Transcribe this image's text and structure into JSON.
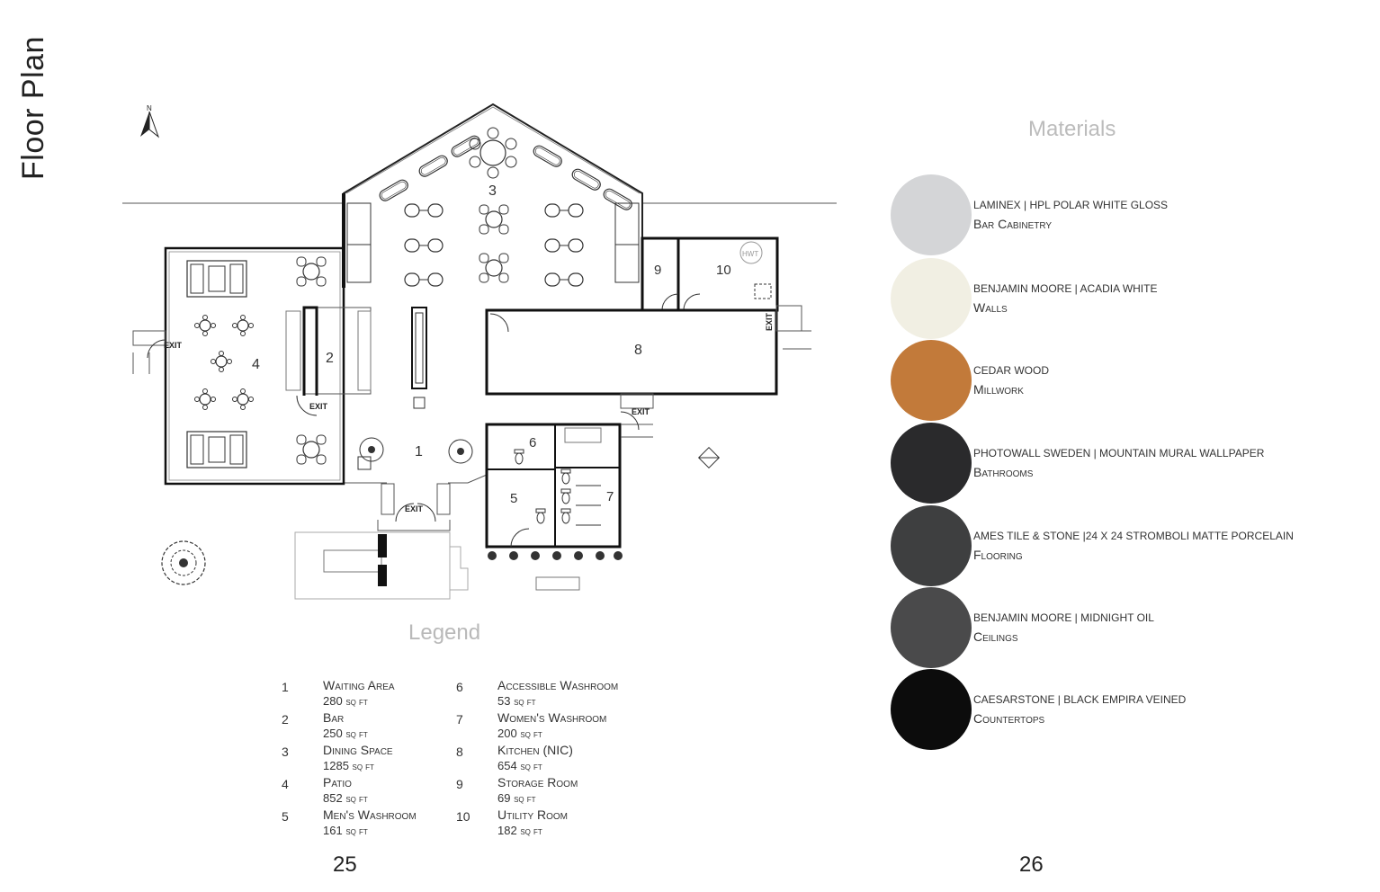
{
  "page_title": "Floor Plan",
  "north_label": "N",
  "rooms": [
    {
      "number": "1",
      "name": "Waiting Area",
      "area": "280",
      "unit": "sq ft"
    },
    {
      "number": "2",
      "name": "Bar",
      "area": "250",
      "unit": "sq ft"
    },
    {
      "number": "3",
      "name": "Dining Space",
      "area": "1285",
      "unit": "sq ft"
    },
    {
      "number": "4",
      "name": "Patio",
      "area": "852",
      "unit": "sq ft"
    },
    {
      "number": "5",
      "name": "Men's Washroom",
      "area": "161",
      "unit": "sq ft"
    },
    {
      "number": "6",
      "name": "Accessible Washroom",
      "area": "53",
      "unit": "sq ft"
    },
    {
      "number": "7",
      "name": "Women's Washroom",
      "area": "200",
      "unit": "sq ft"
    },
    {
      "number": "8",
      "name": "Kitchen (NIC)",
      "area": "654",
      "unit": "sq ft"
    },
    {
      "number": "9",
      "name": "Storage Room",
      "area": "69",
      "unit": "sq ft"
    },
    {
      "number": "10",
      "name": "Utility Room",
      "area": "182",
      "unit": "sq ft"
    }
  ],
  "plan_labels": {
    "exit": "EXIT",
    "hwt": "HWT"
  },
  "legend_title": "Legend",
  "materials_title": "Materials",
  "materials": [
    {
      "brand": "Laminex | HPL Polar White Gloss",
      "use": "Bar Cabinetry",
      "color": "#d4d5d7"
    },
    {
      "brand": "Benjamin Moore | Acadia White",
      "use": "Walls",
      "color": "#f1efe3"
    },
    {
      "brand": "Cedar Wood",
      "use": "Millwork",
      "color": "#c27a3a"
    },
    {
      "brand": "Photowall Sweden | Mountain Mural Wallpaper",
      "use": "Bathrooms",
      "color": "#2a2a2c"
    },
    {
      "brand": "Ames Tile & Stone |24 x 24 Stromboli Matte Porcelain",
      "use": "Flooring",
      "color": "#3e3f40"
    },
    {
      "brand": "Benjamin Moore | Midnight Oil",
      "use": "Ceilings",
      "color": "#4a4a4b"
    },
    {
      "brand": "Caesarstone | Black Empira Veined",
      "use": "Countertops",
      "color": "#0c0c0c"
    }
  ],
  "page_numbers": {
    "left": "25",
    "right": "26"
  }
}
